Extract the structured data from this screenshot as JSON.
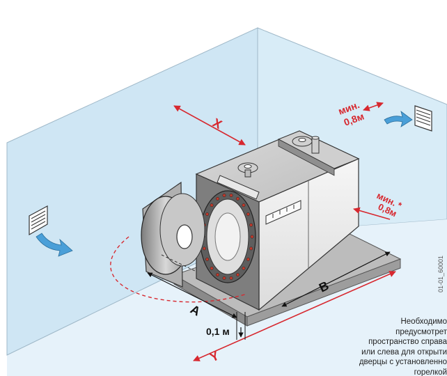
{
  "labels": {
    "x": "X",
    "y": "Y",
    "a": "A",
    "b": "B",
    "min_back": [
      "мин.",
      "0,8м"
    ],
    "min_side": [
      "мин. *",
      "0,8м"
    ],
    "gap": "0,1 м",
    "code": "01-01_60001"
  },
  "note_lines": [
    "Необходимо",
    "предусмотрет",
    "пространство справа",
    "или слева для открыти",
    "дверцы с установленно",
    "горелкой"
  ],
  "colors": {
    "room_wall": "#cfe6f4",
    "room_floor": "#e6f2fa",
    "dimension_red": "#d7282f",
    "airflow_blue": "#4a9fd8",
    "boiler_grey": "#9c9c9c"
  }
}
